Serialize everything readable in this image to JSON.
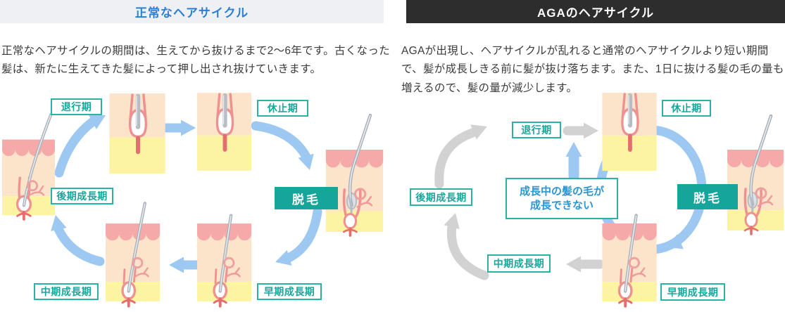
{
  "panels": {
    "normal": {
      "title": "正常なヘアサイクル",
      "description": "正常なヘアサイクルの期間は、生えてから抜けるまで2〜6年です。古くなった髪は、新たに生えてきた髪によって押し出され抜けていきます。"
    },
    "aga": {
      "title": "AGAのヘアサイクル",
      "description": "AGAが出現し、ヘアサイクルが乱れると通常のヘアサイクルより短い期間で、髪が成長しきる前に髪が抜け落ちます。また、1日に抜ける髪の毛の量も増えるので、髪の量が減少します。",
      "center_note_lines": [
        "成長中の髪の毛が",
        "成長できない"
      ]
    }
  },
  "stage_labels": {
    "regression": "退行期",
    "resting": "休止期",
    "shedding": "脱毛",
    "late_growth": "後期成長期",
    "mid_growth": "中期成長期",
    "early_growth": "早期成長期"
  },
  "colors": {
    "accent_teal": "#17a89c",
    "teal_fill": "#16a59a",
    "accent_blue": "#2a7fd6",
    "note_blue": "#2c96d2",
    "arrow_blue": "#9dc8f2",
    "arrow_gray": "#d2d2d2",
    "header_dark_bg": "#2d2d2d",
    "header_light_bg": "#eef0f3"
  }
}
